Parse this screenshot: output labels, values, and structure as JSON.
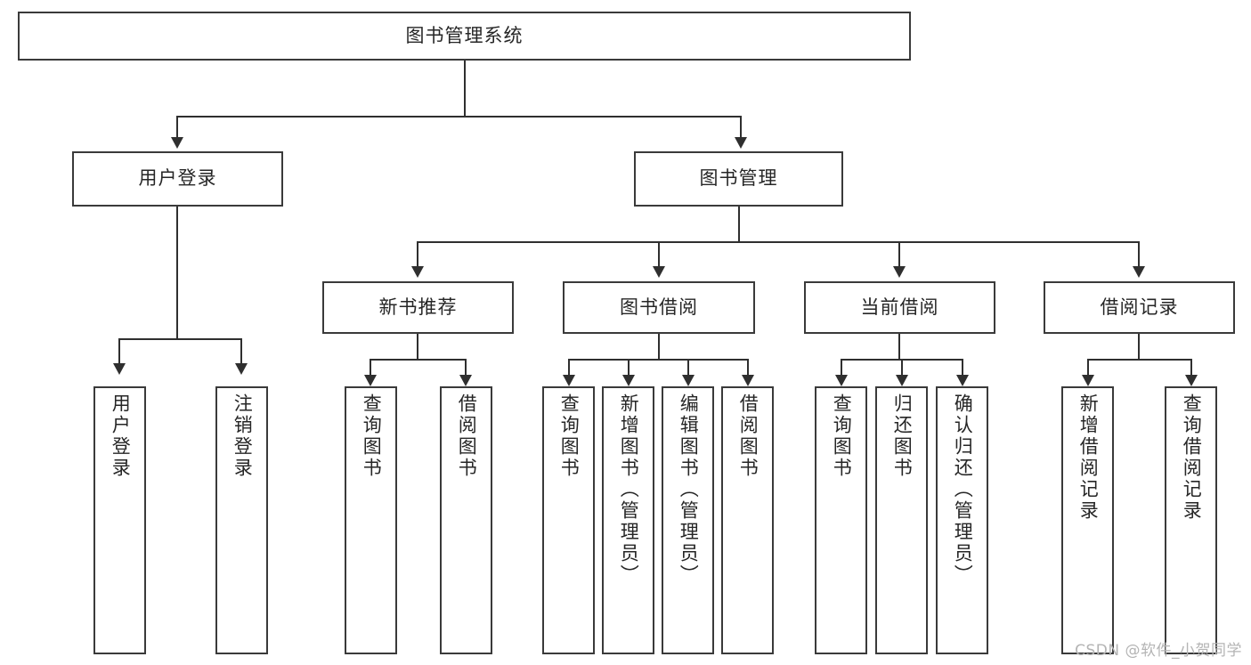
{
  "diagram": {
    "type": "tree",
    "title": "图书管理系统",
    "orientation": "top-down",
    "root": {
      "id": "root",
      "label": "图书管理系统"
    },
    "level1": [
      {
        "id": "user-login",
        "label": "用户登录"
      },
      {
        "id": "book-manage",
        "label": "图书管理"
      }
    ],
    "level2": [
      {
        "id": "new-book-recommend",
        "label": "新书推荐",
        "parent": "book-manage"
      },
      {
        "id": "book-borrow",
        "label": "图书借阅",
        "parent": "book-manage"
      },
      {
        "id": "current-borrow",
        "label": "当前借阅",
        "parent": "book-manage"
      },
      {
        "id": "borrow-record",
        "label": "借阅记录",
        "parent": "book-manage"
      }
    ],
    "leaves": [
      {
        "id": "leaf-user-login",
        "label": "用户登录",
        "parent": "user-login"
      },
      {
        "id": "leaf-logout-login",
        "label": "注销登录",
        "parent": "user-login"
      },
      {
        "id": "leaf-query-book-1",
        "label": "查询图书",
        "parent": "new-book-recommend"
      },
      {
        "id": "leaf-borrow-book-1",
        "label": "借阅图书",
        "parent": "new-book-recommend"
      },
      {
        "id": "leaf-query-book-2",
        "label": "查询图书",
        "parent": "book-borrow"
      },
      {
        "id": "leaf-add-book",
        "label": "新增图书（管理员）",
        "parent": "book-borrow"
      },
      {
        "id": "leaf-edit-book",
        "label": "编辑图书（管理员）",
        "parent": "book-borrow"
      },
      {
        "id": "leaf-borrow-book-2",
        "label": "借阅图书",
        "parent": "book-borrow"
      },
      {
        "id": "leaf-query-book-3",
        "label": "查询图书",
        "parent": "current-borrow"
      },
      {
        "id": "leaf-return-book",
        "label": "归还图书",
        "parent": "current-borrow"
      },
      {
        "id": "leaf-confirm-return",
        "label": "确认归还（管理员）",
        "parent": "current-borrow"
      },
      {
        "id": "leaf-add-record",
        "label": "新增借阅记录",
        "parent": "borrow-record"
      },
      {
        "id": "leaf-query-record",
        "label": "查询借阅记录",
        "parent": "borrow-record"
      }
    ]
  },
  "watermark": {
    "text": "CSDN @软件_小贺同学"
  },
  "colors": {
    "box_border": "#3a3a3a",
    "connector": "#2f2f2f",
    "text": "#262626",
    "background": "#ffffff",
    "watermark": "#b4b4b4"
  }
}
